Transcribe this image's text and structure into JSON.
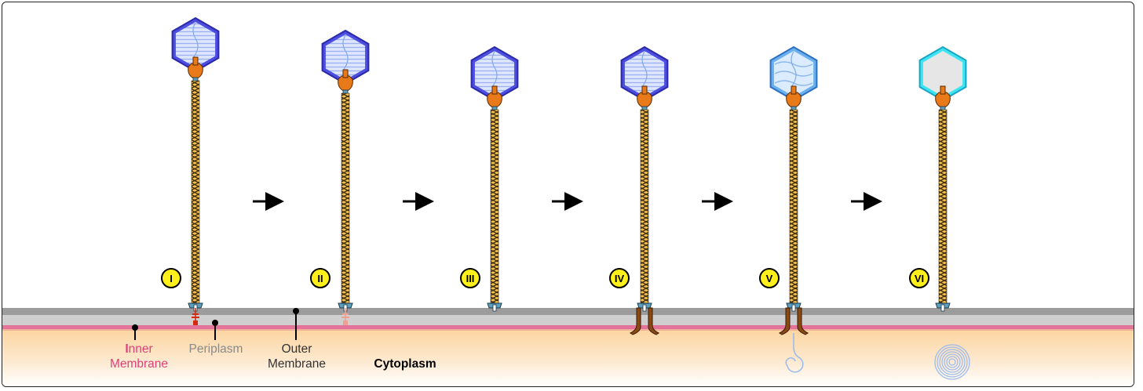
{
  "stages": [
    {
      "numeral": "I",
      "dna": "full",
      "capsid": "blue",
      "ejection": "none",
      "tip": "red"
    },
    {
      "numeral": "II",
      "dna": "full",
      "capsid": "blue",
      "ejection": "none",
      "tip": "faded"
    },
    {
      "numeral": "III",
      "dna": "full",
      "capsid": "blue",
      "ejection": "none",
      "tip": "none"
    },
    {
      "numeral": "IV",
      "dna": "full",
      "capsid": "blue",
      "ejection": "tube",
      "tip": "none"
    },
    {
      "numeral": "V",
      "dna": "partial",
      "capsid": "lightblue",
      "ejection": "tube-dna",
      "tip": "none"
    },
    {
      "numeral": "VI",
      "dna": "empty",
      "capsid": "cyan",
      "ejection": "dna-coil",
      "tip": "none"
    }
  ],
  "labels": {
    "inner_line1_first": "I",
    "inner_line1_rest": "nner",
    "inner_line2": "Membrane",
    "periplasm": "Periplasm",
    "outer_line1": "Outer",
    "outer_line2": "Membrane",
    "cytoplasm": "Cytoplasm"
  },
  "colors": {
    "inner_membrane": "#e0407a",
    "periplasm_text": "#8a8a8a",
    "outer_membrane_text": "#333333",
    "capsid_blue": "#3d3dcc",
    "tail_orange": "#e87a1a",
    "badge_yellow": "#ffef1a",
    "cytoplasm_top": "#fcd9a8"
  }
}
